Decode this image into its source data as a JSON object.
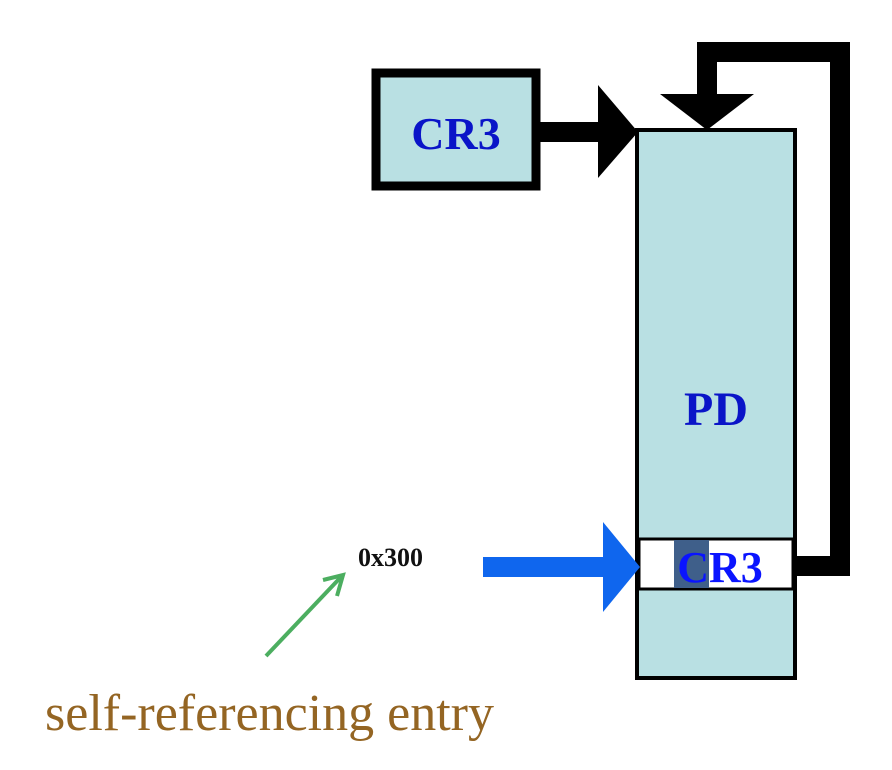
{
  "diagram": {
    "cr3_register": {
      "label": "CR3"
    },
    "page_directory": {
      "label": "PD"
    },
    "pd_entry": {
      "label": "CR3",
      "highlighted_char": "C",
      "index": "0x300"
    },
    "annotation": {
      "text": "self-referencing entry"
    },
    "colors": {
      "box_fill": "#b9e0e3",
      "box_label": "#0a14c8",
      "entry_label": "#0a14ff",
      "highlight": "#3f5f8a",
      "pointer_arrow": "#000000",
      "index_arrow": "#0f66ee",
      "annotation_arrow": "#4cae60",
      "annotation_text": "#946523"
    }
  }
}
